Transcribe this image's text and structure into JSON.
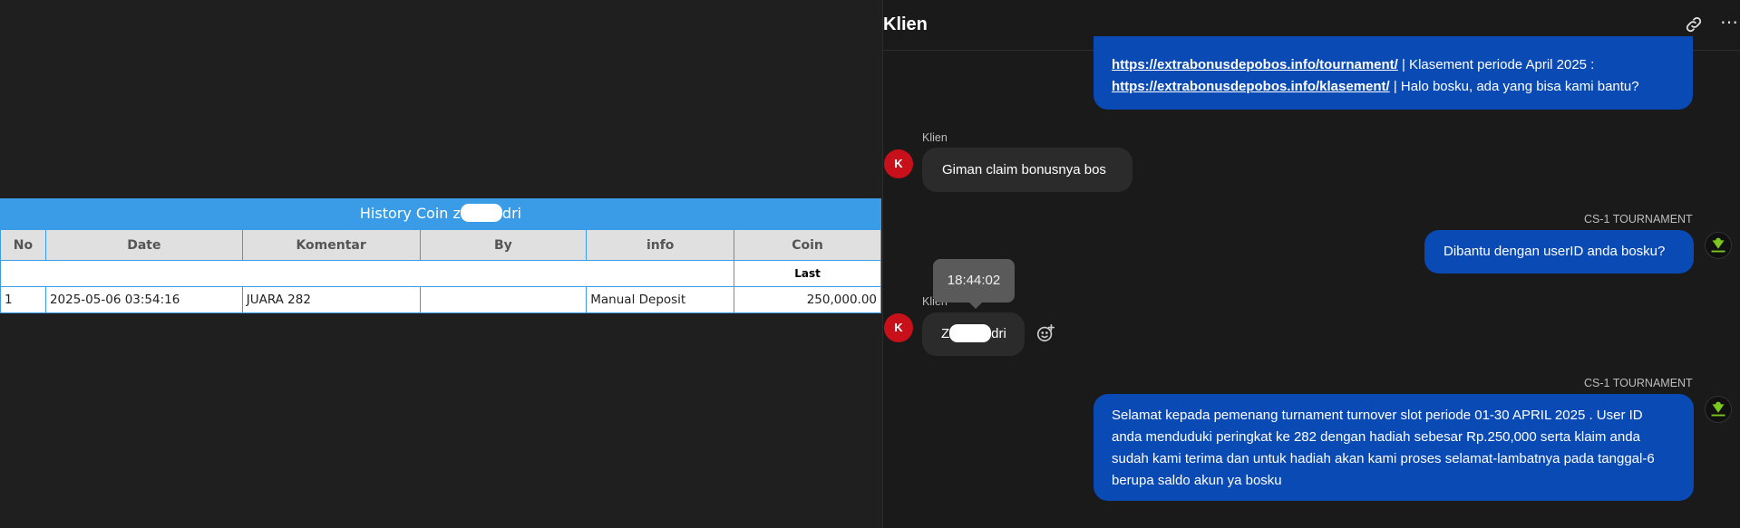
{
  "history": {
    "title_prefix": "History Coin z",
    "title_suffix": "dri",
    "columns": [
      "No",
      "Date",
      "Komentar",
      "By",
      "info",
      "Coin"
    ],
    "last_label": "Last",
    "rows": [
      {
        "no": "1",
        "date": "2025-05-06 03:54:16",
        "komentar": "JUARA 282",
        "by": "",
        "info": "Manual Deposit",
        "coin": "250,000.00"
      }
    ]
  },
  "chat": {
    "title": "Klien",
    "messages": {
      "top": {
        "link1": "https://extrabonusdepobos.info/tournament/",
        "text1": " | Klasement periode April 2025 :",
        "link2": "https://extrabonusdepobos.info/klasement/",
        "text2": " | Halo bosku, ada yang bisa kami bantu?"
      },
      "giman": {
        "sender": "Klien",
        "avatar": "K",
        "text": "Giman claim bonusnya bos"
      },
      "dibantu": {
        "sender": "CS-1 TOURNAMENT",
        "text": "Dibantu dengan userID anda bosku?"
      },
      "name": {
        "sender": "Klien",
        "avatar": "K",
        "prefix": "Z",
        "suffix": "dri",
        "tooltip_time": "18:44:02"
      },
      "selamat": {
        "sender": "CS-1 TOURNAMENT",
        "text": "Selamat kepada pemenang turnament turnover slot periode 01-30 APRIL 2025 . User ID anda menduduki peringkat ke 282 dengan hadiah sebesar Rp.250,000 serta klaim anda sudah kami terima dan untuk hadiah akan kami proses selamat-lambatnya pada tanggal-6 berupa saldo akun ya bosku"
      }
    }
  },
  "colors": {
    "table_header": "#3a9be6",
    "bubble_out": "#0a4ab5",
    "avatar": "#c8101a",
    "coin": "#1e7e1e"
  },
  "icons": [
    "link-icon",
    "more-icon",
    "add-reaction-icon",
    "cs-avatar-icon"
  ]
}
